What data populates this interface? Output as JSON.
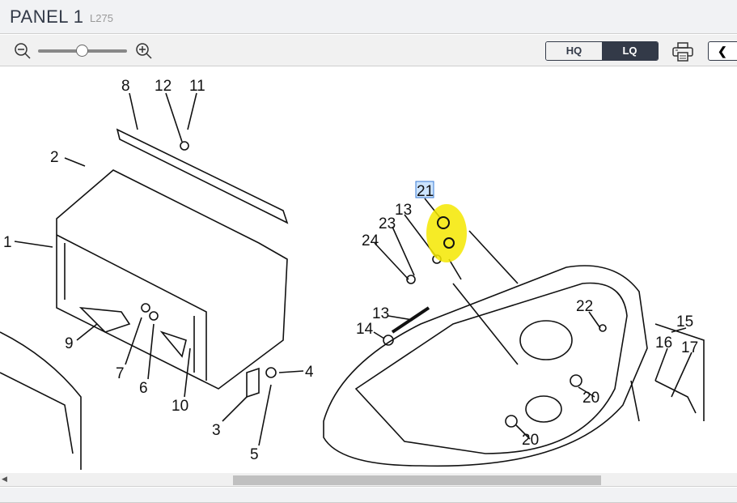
{
  "header": {
    "title": "PANEL 1",
    "subtitle": "L275"
  },
  "toolbar": {
    "zoom_out_icon": "zoom-out-icon",
    "zoom_in_icon": "zoom-in-icon",
    "zoom_level": 0.45,
    "hq_label": "HQ",
    "lq_label": "LQ",
    "selected_quality": "LQ",
    "print_icon": "printer-icon",
    "back_icon": "chevron-left-icon"
  },
  "diagram": {
    "callouts": [
      "8",
      "12",
      "11",
      "2",
      "1",
      "9",
      "7",
      "6",
      "10",
      "3",
      "5",
      "4",
      "21",
      "13",
      "23",
      "24",
      "13",
      "14",
      "22",
      "16",
      "15",
      "17",
      "20",
      "20"
    ],
    "highlighted_callout": "21",
    "highlight_color": "#f5e800"
  },
  "colors": {
    "accent": "#333a48"
  }
}
